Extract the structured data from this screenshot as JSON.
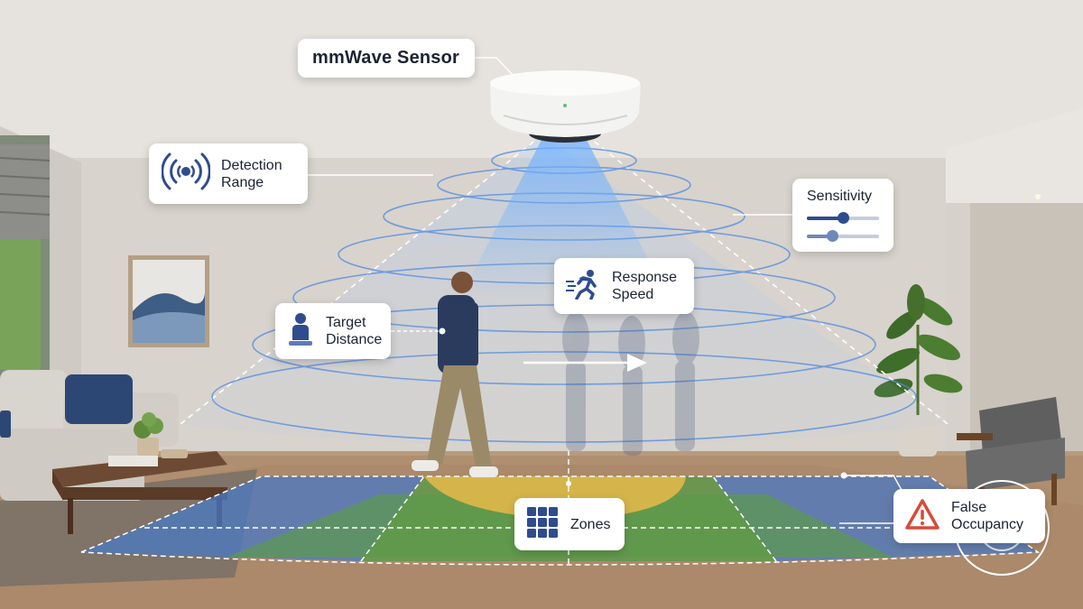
{
  "callouts": {
    "sensor": {
      "label": "mmWave Sensor"
    },
    "detection_range": {
      "label": "Detection Range"
    },
    "sensitivity": {
      "label": "Sensitivity",
      "slider_levels": [
        0.5,
        0.35
      ]
    },
    "response_speed": {
      "label": "Response Speed"
    },
    "target_distance": {
      "label": "Target Distance"
    },
    "zones": {
      "label": "Zones"
    },
    "false_occupancy": {
      "label": "False Occupancy"
    }
  },
  "icons": {
    "detection_range": "radar-waves-icon",
    "response_speed": "running-person-icon",
    "target_distance": "person-icon",
    "zones": "grid-icon",
    "false_occupancy": "warning-triangle-icon"
  },
  "colors": {
    "accent_blue": "#2f4c8f",
    "warning_red": "#d9493a",
    "zone_green": "#5c9a4a",
    "zone_yellow": "#e1b84a",
    "zone_blue": "#4a79c4"
  }
}
